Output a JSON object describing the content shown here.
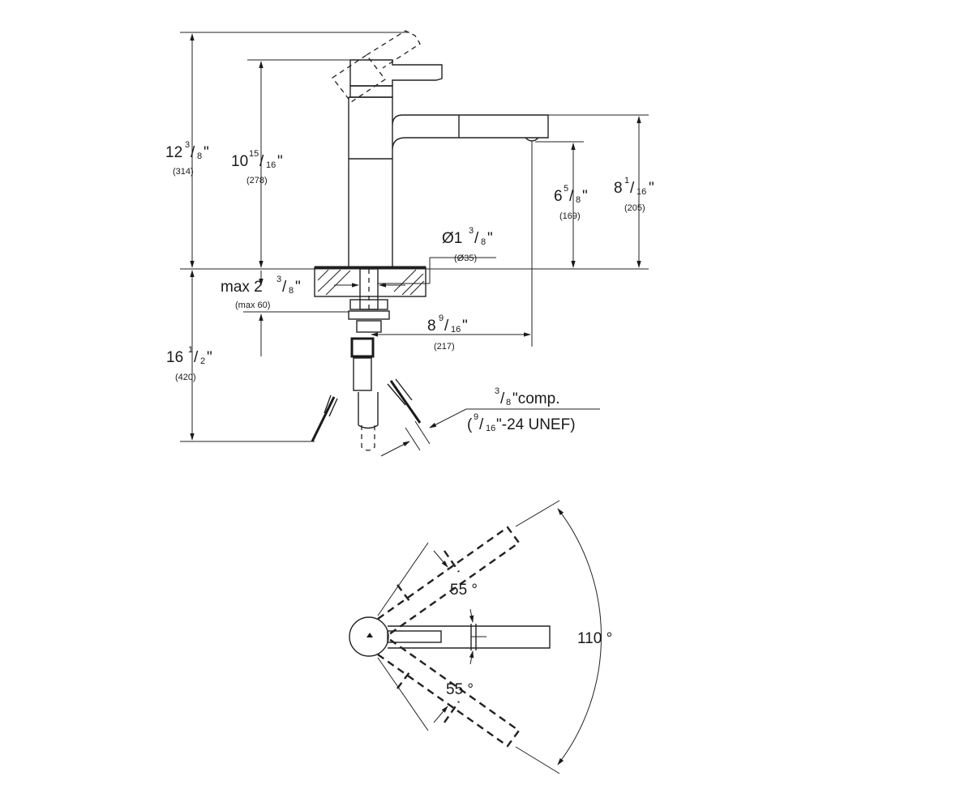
{
  "dimensions": {
    "total_height": {
      "whole": "12",
      "num": "3",
      "den": "8",
      "mark": "\"",
      "metric": "(314)"
    },
    "body_height": {
      "whole": "10",
      "num": "15",
      "den": "16",
      "mark": "\"",
      "metric": "(278)"
    },
    "outlet_height": {
      "whole": "6",
      "num": "5",
      "den": "8",
      "mark": "\"",
      "metric": "(169)"
    },
    "spout_top_height": {
      "whole": "8",
      "num": "1",
      "den": "16",
      "mark": "\"",
      "metric": "(205)"
    },
    "base_diameter": {
      "prefix": "Ø1",
      "num": "3",
      "den": "8",
      "mark": "\"",
      "metric": "(Ø35)"
    },
    "max_deck": {
      "prefix": "max 2",
      "num": "3",
      "den": "8",
      "mark": "\"",
      "metric": "(max 60)"
    },
    "spout_reach": {
      "whole": "8",
      "num": "9",
      "den": "16",
      "mark": "\"",
      "metric": "(217)"
    },
    "hose_length": {
      "whole": "16",
      "num": "1",
      "den": "2",
      "mark": "\"",
      "metric": "(420)"
    },
    "connection": {
      "num": "3",
      "den": "8",
      "line1_rest": "\"comp.",
      "line2_open": "(",
      "line2_num": "9",
      "line2_den": "16",
      "line2_rest": "\"-24 UNEF)"
    }
  },
  "angles": {
    "upper": "55 °",
    "lower": "55 °",
    "total": "110 °"
  }
}
